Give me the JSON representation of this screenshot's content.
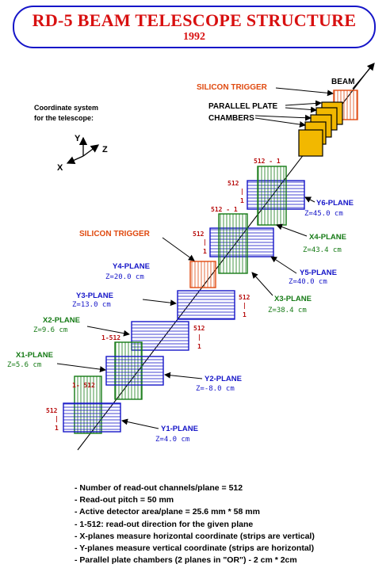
{
  "title": "RD-5 BEAM TELESCOPE STRUCTURE",
  "year": "1992",
  "coord_caption": [
    "Coordinate system",
    "for the telescope:"
  ],
  "axes": {
    "y": "Y",
    "z": "Z",
    "x": "X"
  },
  "labels": {
    "beam": "BEAM",
    "si_trigger_top": "SILICON TRIGGER",
    "si_trigger_mid": "SILICON TRIGGER",
    "ppc": [
      "PARALLEL PLATE",
      "CHAMBERS"
    ]
  },
  "planes": {
    "y6": {
      "name": "Y6-PLANE",
      "z": "Z=45.0 cm"
    },
    "x4": {
      "name": "X4-PLANE",
      "z": "Z=43.4 cm"
    },
    "y5": {
      "name": "Y5-PLANE",
      "z": "Z=40.0 cm"
    },
    "x3": {
      "name": "X3-PLANE",
      "z": "Z=38.4 cm"
    },
    "y4": {
      "name": "Y4-PLANE",
      "z": "Z=20.0 cm"
    },
    "y3": {
      "name": "Y3-PLANE",
      "z": "Z=13.0 cm"
    },
    "x2": {
      "name": "X2-PLANE",
      "z": "Z=9.6 cm"
    },
    "x1": {
      "name": "X1-PLANE",
      "z": "Z=5.6 cm"
    },
    "y2": {
      "name": "Y2-PLANE",
      "z": "Z=-8.0 cm"
    },
    "y1": {
      "name": "Y1-PLANE",
      "z": "Z=4.0 cm"
    }
  },
  "readout": {
    "top_512_1": "512 - 1",
    "mid_512_1": "512 - 1",
    "r512": "512",
    "lbar": "|",
    "l1": "1",
    "low_1_512": "1-512",
    "bot_1_512": "1- 512"
  },
  "notes": [
    "- Number of read-out channels/plane = 512",
    "- Read-out pitch = 50 mm",
    "- Active detector area/plane = 25.6 mm * 58 mm",
    "- 1-512: read-out direction for the given plane",
    "- X-planes measure horizontal coordinate (strips are vertical)",
    "- Y-planes measure vertical coordinate (strips are horizontal)",
    "- Parallel plate chambers (2 planes in \"OR\") - 2 cm * 2cm"
  ],
  "colors": {
    "title": "#d81010",
    "border": "#1515c8",
    "y_plane": "#1515c8",
    "x_plane": "#157a15",
    "trigger": "#e04a10",
    "chamber": "#f2b800",
    "readout": "#b81010"
  }
}
